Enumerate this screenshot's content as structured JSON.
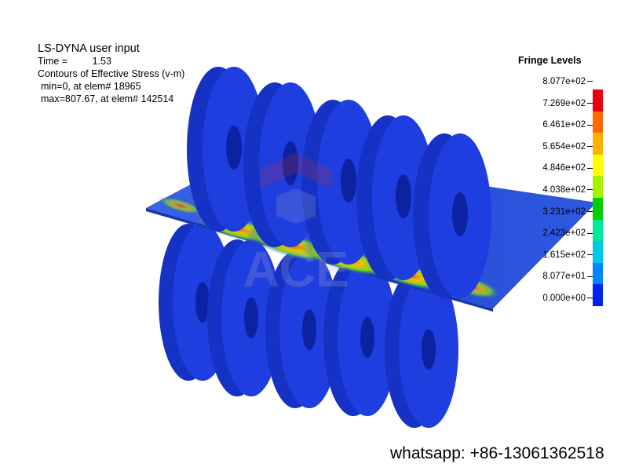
{
  "header": {
    "title": "LS-DYNA user input",
    "time_label": "Time =",
    "time_value": "1.53",
    "contour_label": "Contours of Effective Stress (v-m)",
    "min_line": "min=0, at elem# 18965",
    "max_line": "max=807.67, at elem# 142514"
  },
  "legend": {
    "title": "Fringe Levels",
    "levels": [
      "8.077e+02",
      "7.269e+02",
      "6.461e+02",
      "5.654e+02",
      "4.846e+02",
      "4.038e+02",
      "3.231e+02",
      "2.423e+02",
      "1.615e+02",
      "8.077e+01",
      "0.000e+00"
    ],
    "colors": [
      "#e8000a",
      "#ff6a00",
      "#ffb000",
      "#ffff00",
      "#a8f000",
      "#00d000",
      "#00e89a",
      "#00c8e8",
      "#0086ff",
      "#0022ee"
    ]
  },
  "model_colors": {
    "roller_face": "#1f3ee0",
    "roller_side": "#1532c4",
    "roller_shade": "#0d22a0",
    "sheet": "#2a4bd8"
  },
  "watermark": "ACE",
  "contact": "whatsapp: +86-13061362518"
}
